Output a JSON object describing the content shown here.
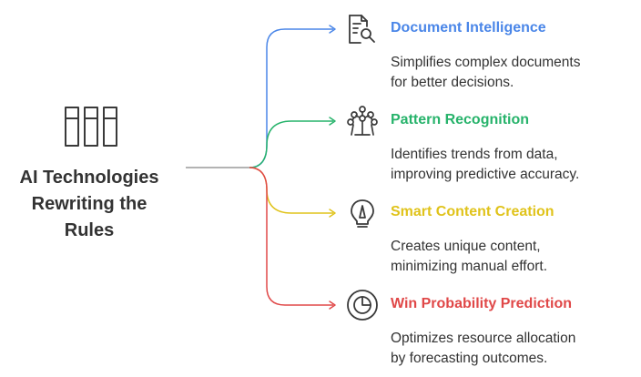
{
  "root": {
    "title_lines": [
      "AI Technologies",
      "Rewriting the",
      "Rules"
    ],
    "icon": "columns-icon"
  },
  "branches": [
    {
      "title": "Document Intelligence",
      "desc_lines": [
        "Simplifies complex documents",
        "for better decisions."
      ],
      "color": "#4a86e8",
      "icon": "document-search-icon"
    },
    {
      "title": "Pattern Recognition",
      "desc_lines": [
        "Identifies trends from data,",
        "improving predictive accuracy."
      ],
      "color": "#27b36b",
      "icon": "atomium-icon"
    },
    {
      "title": "Smart Content Creation",
      "desc_lines": [
        "Creates unique content,",
        "minimizing manual effort."
      ],
      "color": "#e0c31b",
      "icon": "lightbulb-icon"
    },
    {
      "title": "Win Probability Prediction",
      "desc_lines": [
        "Optimizes resource allocation",
        "by forecasting outcomes."
      ],
      "color": "#e04848",
      "icon": "pie-chart-icon"
    }
  ]
}
